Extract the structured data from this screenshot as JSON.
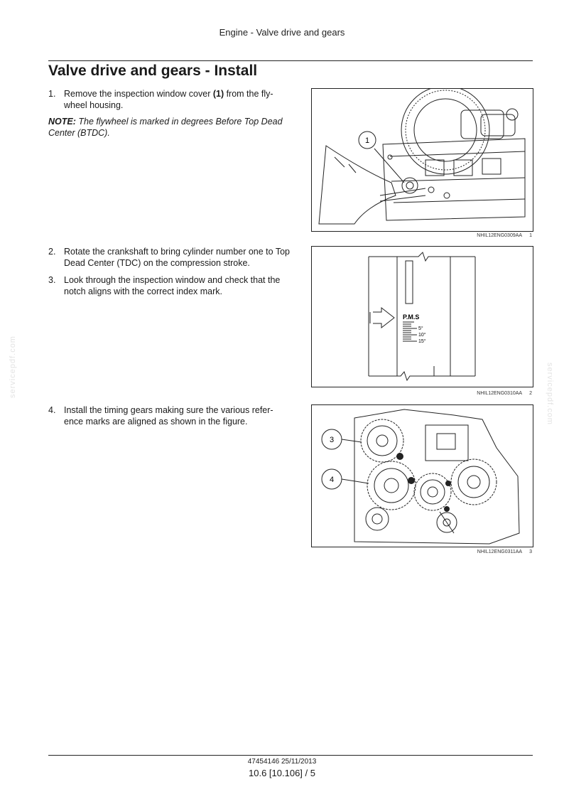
{
  "header": {
    "title": "Engine - Valve drive and gears"
  },
  "page_title": "Valve drive and gears - Install",
  "steps": [
    {
      "num": "1.",
      "pre": "Remove the inspection window cover ",
      "bold": "(1)",
      "post": " from the fly-wheel housing."
    },
    {
      "num": "2.",
      "text": "Rotate the crankshaft to bring cylinder number one to Top Dead Center (TDC) on the compression stroke."
    },
    {
      "num": "3.",
      "text": "Look through the inspection window and check that the notch aligns with the correct index mark."
    },
    {
      "num": "4.",
      "text": "Install the timing gears making sure the various refer-ence marks are aligned as shown in the figure."
    }
  ],
  "note": {
    "label": "NOTE:",
    "text": " The flywheel is marked in degrees Before Top Dead Center (BTDC)."
  },
  "figures": [
    {
      "code": "NHIL12ENG0309AA",
      "number": "1",
      "callouts": [
        "1"
      ]
    },
    {
      "code": "NHIL12ENG0310AA",
      "number": "2",
      "marks": {
        "title": "P.M.S",
        "m1": "5°",
        "m2": "10°",
        "m3": "15°"
      }
    },
    {
      "code": "NHIL12ENG0311AA",
      "number": "3",
      "callouts": [
        "3",
        "4"
      ]
    }
  ],
  "footer": {
    "doc": "47454146 25/11/2013",
    "page": "10.6 [10.106] / 5"
  },
  "watermark": "servicepdf.com"
}
